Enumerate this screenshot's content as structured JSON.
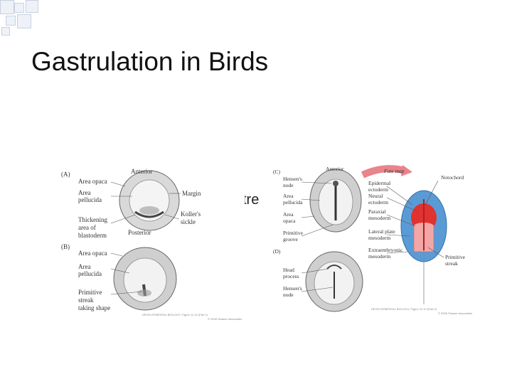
{
  "slide": {
    "title": "Gastrulation in Birds",
    "behind_text": "stre"
  },
  "figure_left": {
    "panel_a": "(A)",
    "panel_b": "(B)",
    "anterior": "Anterior",
    "posterior": "Posterior",
    "area_opaca": "Area opaca",
    "area": "Area",
    "pellucida": "pellucida",
    "margin": "Margin",
    "koller_1": "Koller's",
    "koller_2": "sickle",
    "thick_1": "Thickening",
    "thick_2": "area of",
    "thick_3": "blastoderm",
    "b_area_opaca": "Area opaca",
    "b_area": "Area",
    "b_pellucida": "pellucida",
    "prim_1": "Primitive",
    "prim_2": "streak",
    "prim_3": "taking shape",
    "credit": "DEVELOPMENTAL BIOLOGY, Figure 11.10 (Part 1)",
    "credit_2": "© 2006 Sinauer Associates"
  },
  "figure_right": {
    "panel_c": "(C)",
    "panel_d": "(D)",
    "anterior": "Anterior",
    "hensen_1": "Hensen's",
    "hensen_2": "node",
    "area": "Area",
    "pellucida": "pellucida",
    "area_2": "Area",
    "opaca": "opaca",
    "prim_1": "Primitive",
    "prim_2": "groove",
    "head_1": "Head",
    "head_2": "process",
    "d_hensen_1": "Hensen's",
    "d_hensen_2": "node",
    "fate_map": "Fate map",
    "notochord": "Notochord",
    "epi_1": "Epidermal",
    "epi_2": "ectoderm",
    "neural_1": "Neural",
    "neural_2": "ectoderm",
    "parax_1": "Paraxial",
    "parax_2": "mesoderm",
    "lateral_1": "Lateral plate",
    "lateral_2": "mesoderm",
    "extra_1": "Extraembryonic",
    "extra_2": "mesoderm",
    "pstreak_1": "Primitive",
    "pstreak_2": "streak",
    "credit": "DEVELOPMENTAL BIOLOGY, Figure 11.10 (Part 2)",
    "credit_2": "© 2006 Sinauer Associates"
  },
  "colors": {
    "fate_blue": "#5b9bd5",
    "fate_red": "#e0322f",
    "fate_pink": "#f2a6a6",
    "arrow_pink": "#e8848a"
  }
}
